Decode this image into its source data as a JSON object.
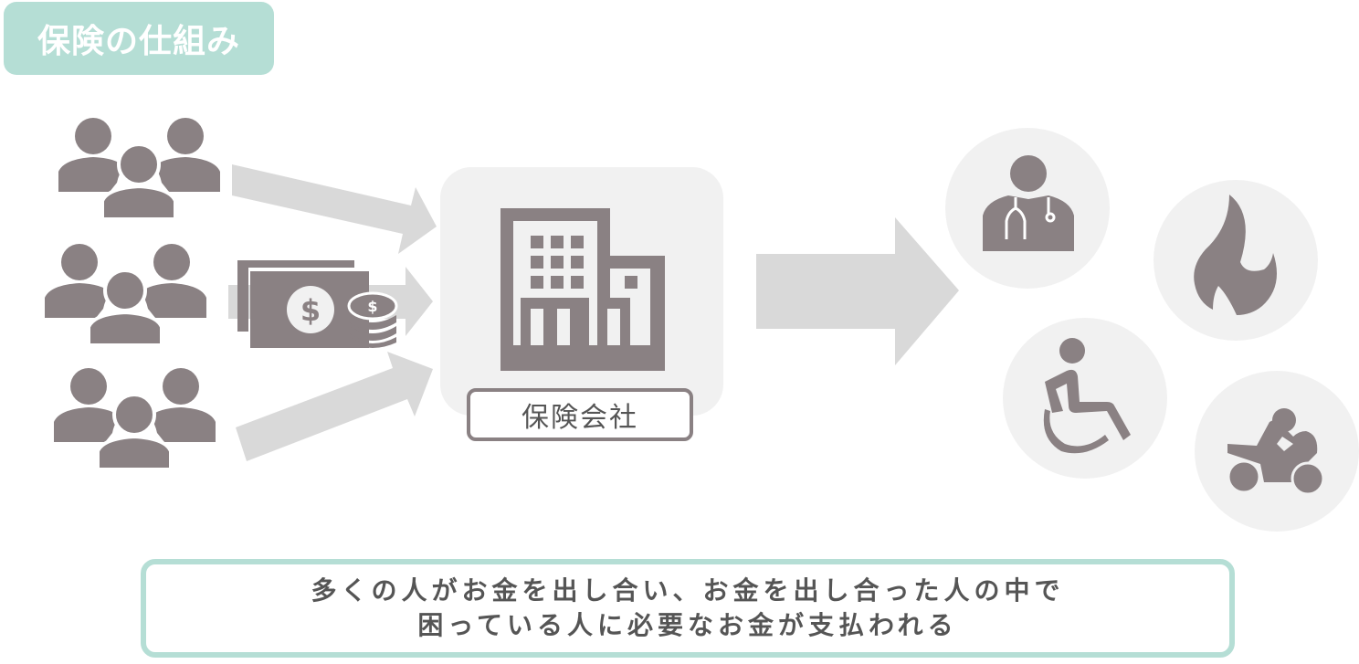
{
  "title": "保険の仕組み",
  "colors": {
    "accent": "#b5ded5",
    "icon": "#8a8183",
    "arrow": "#d9d9d9",
    "panel": "#f1f1f1",
    "text": "#555555"
  },
  "left_group": {
    "people_groups": [
      {
        "icon": "people-group-icon"
      },
      {
        "icon": "people-group-icon"
      },
      {
        "icon": "people-group-icon"
      }
    ],
    "money_icon": "cash-and-coins-icon",
    "money_symbol": "$"
  },
  "center": {
    "icon": "office-building-icon",
    "label": "保険会社"
  },
  "right_group": {
    "items": [
      {
        "icon": "doctor-icon",
        "meaning": "medical"
      },
      {
        "icon": "fire-icon",
        "meaning": "fire"
      },
      {
        "icon": "wheelchair-icon",
        "meaning": "disability"
      },
      {
        "icon": "motorcycle-icon",
        "meaning": "accident"
      }
    ]
  },
  "summary": {
    "line1": "多くの人がお金を出し合い、お金を出し合った人の中で",
    "line2": "困っている人に必要なお金が支払われる"
  }
}
